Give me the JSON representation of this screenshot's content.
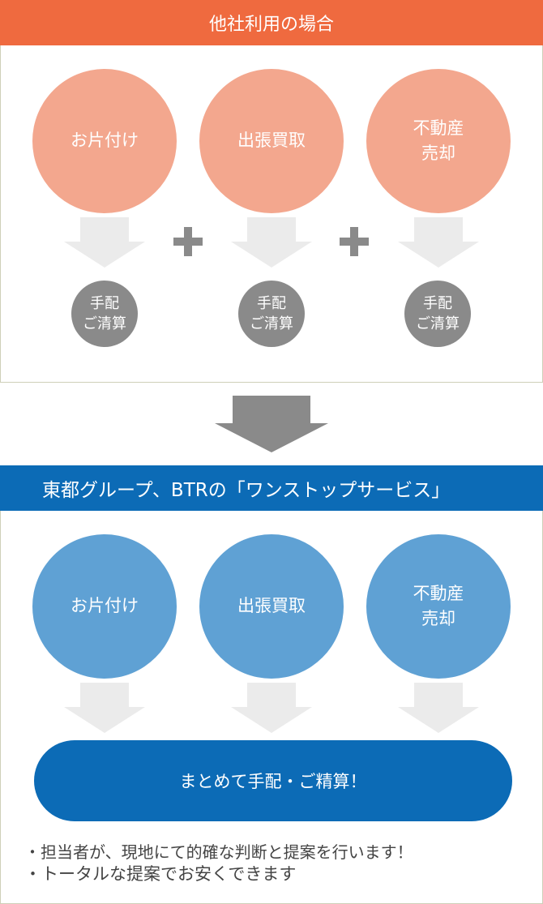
{
  "top_section": {
    "title": "他社利用の場合",
    "services": [
      [
        "お片付け"
      ],
      [
        "出張買取"
      ],
      [
        "不動産",
        "売却"
      ]
    ],
    "settlement": [
      "手配",
      "ご清算"
    ]
  },
  "bottom_section": {
    "title": "東都グループ、BTRの「ワンストップサービス」",
    "services": [
      [
        "お片付け"
      ],
      [
        "出張買取"
      ],
      [
        "不動産",
        "売却"
      ]
    ],
    "result": "まとめて手配・ご精算！"
  },
  "notes": [
    "・担当者が、現地にて的確な判断と提案を行います！",
    "・トータルな提案でお安くできます"
  ],
  "colors": {
    "orange_banner": "#ef6a3f",
    "orange_circle": "#f3a78e",
    "blue_banner": "#0c6bb6",
    "blue_circle": "#5fa1d4",
    "gray": "#8a8a8a",
    "arrow_light": "#ebebeb"
  }
}
